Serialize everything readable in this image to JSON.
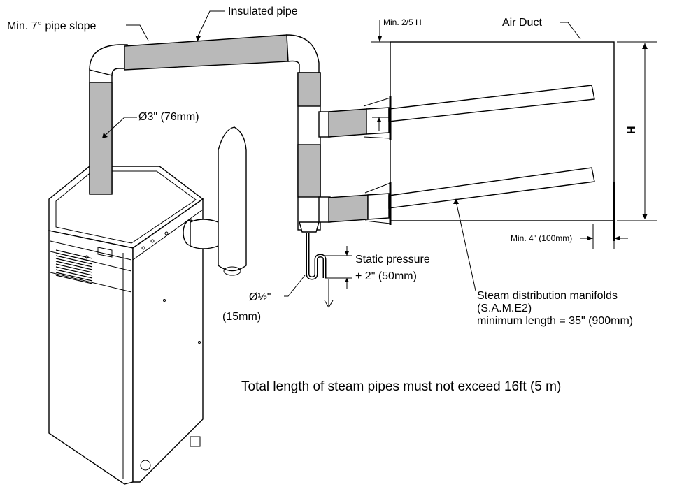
{
  "labels": {
    "pipe_slope": "Min. 7° pipe slope",
    "insulated_pipe": "Insulated pipe",
    "min_two_fifths_h": "Min. 2/5 H",
    "air_duct": "Air Duct",
    "pipe_diameter": "Ø3\" (76mm)",
    "duct_height": "H",
    "min_clearance": "Min. 4\" (100mm)",
    "static_pressure_line1": "Static pressure",
    "static_pressure_line2": "+ 2\" (50mm)",
    "drain_diameter_line1": "Ø½\"",
    "drain_diameter_line2": "(15mm)",
    "manifolds_line1": "Steam distribution manifolds",
    "manifolds_line2": "(S.A.M.E2)",
    "manifolds_line3": "minimum length = 35\" (900mm)",
    "total_length_note": "Total length of steam pipes must not exceed 16ft (5 m)"
  },
  "colors": {
    "insulation": "#b9b9b9",
    "line": "#000000",
    "background": "#ffffff"
  }
}
